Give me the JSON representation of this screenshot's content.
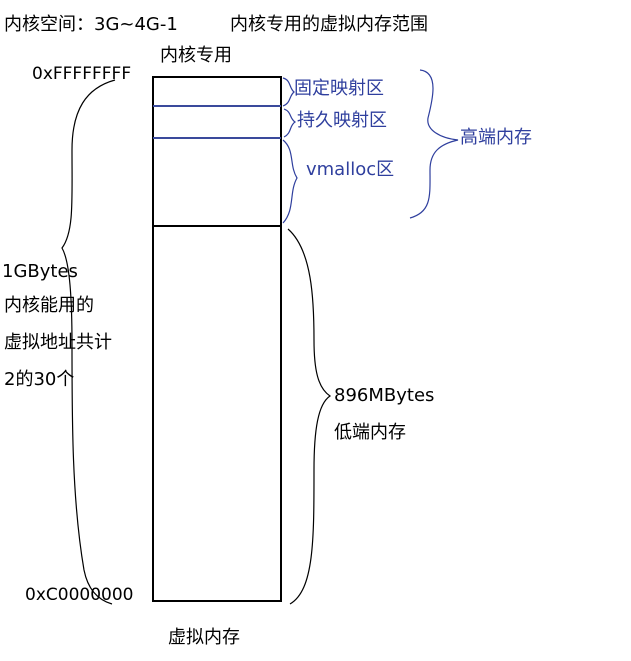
{
  "header": {
    "range_label": "内核空间：3G~4G-1",
    "range_desc": "内核专用的虚拟内存范围"
  },
  "column": {
    "top_label": "内核专用",
    "bottom_label": "虚拟内存"
  },
  "addresses": {
    "top": "0xFFFFFFFF",
    "bottom": "0xC0000000"
  },
  "high_memory": {
    "regions": [
      "固定映射区",
      "持久映射区",
      "vmalloc区"
    ],
    "label": "高端内存"
  },
  "low_memory": {
    "size": "896MBytes",
    "label": "低端内存"
  },
  "left_note": {
    "lines": [
      "1GBytes",
      "内核能用的",
      "虚拟地址共计",
      "2的30个"
    ]
  },
  "colors": {
    "text": "#000000",
    "region_text": "#2f3f9e",
    "region_divider": "#3a4a9c",
    "box_border": "#000000"
  }
}
